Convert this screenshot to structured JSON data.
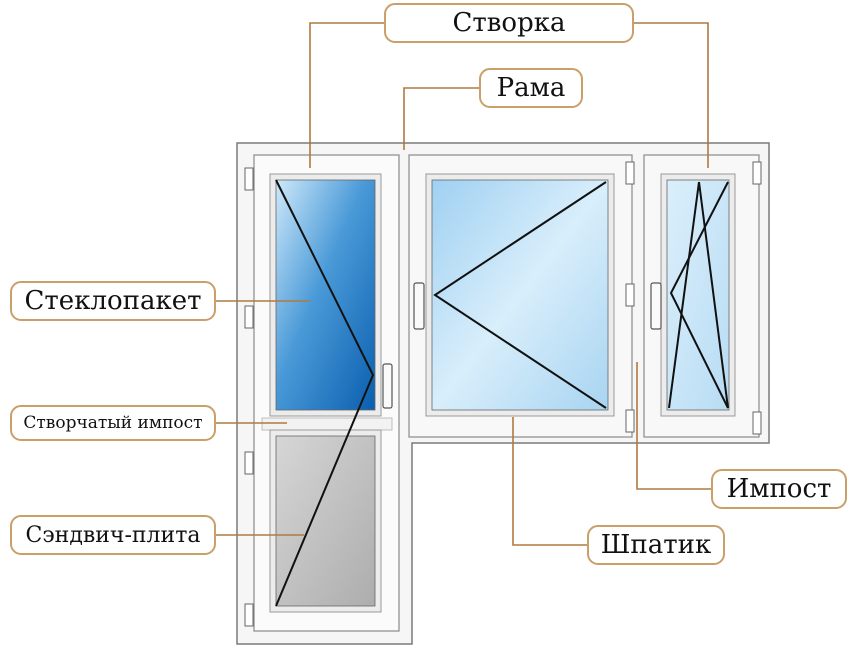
{
  "labels": {
    "stvorka": "Створка",
    "rama": "Рама",
    "steklopaket": "Стеклопакет",
    "stvorchaty_impost": "Створчатый импост",
    "sendvich_plita": "Сэндвич-плита",
    "impost": "Импост",
    "shpatik": "Шпатик"
  },
  "colors": {
    "callout_line": "#b07a3f",
    "label_border": "#c9a06a",
    "frame_outline": "#7a7a7a",
    "glass_top_dark": "#0a5fae",
    "glass_light": "#d3ecfb",
    "sandwich_panel": "#bfbfbf"
  }
}
